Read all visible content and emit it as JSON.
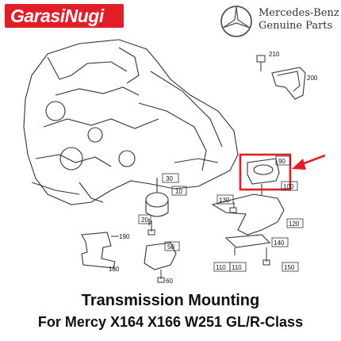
{
  "brand": {
    "shop_name": "GarasiNugi",
    "accent": "#e11d26"
  },
  "manufacturer": {
    "line1": "Mercedes-Benz",
    "line2": "Genuine Parts"
  },
  "callouts": [
    "210",
    "200",
    "30",
    "10",
    "20",
    "190",
    "180",
    "50",
    "60",
    "90",
    "100",
    "130",
    "120",
    "140",
    "110",
    "110",
    "150"
  ],
  "highlight_color": "#e11d26",
  "caption": {
    "line1": "Transmission Mounting",
    "line2": "For Mercy X164 X166 W251 GL/R-Class"
  }
}
